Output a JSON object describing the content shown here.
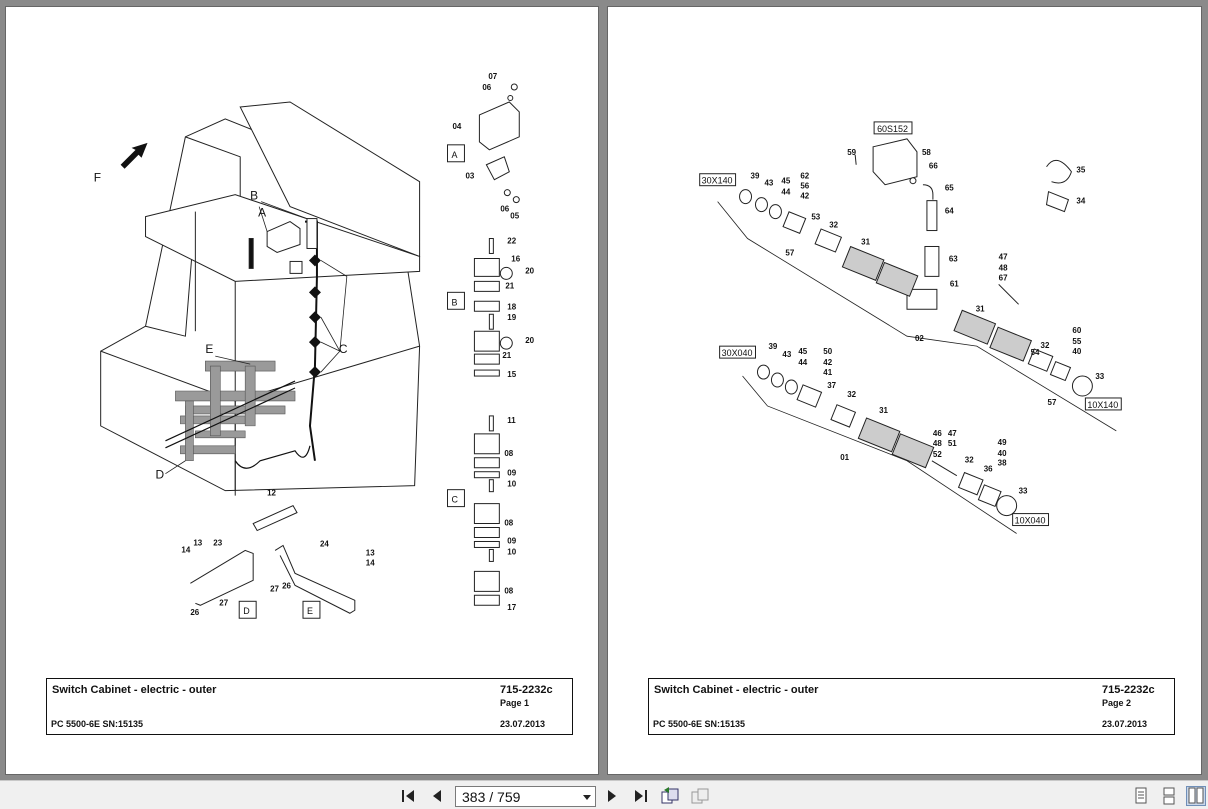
{
  "page1": {
    "labels": {
      "F": "F",
      "A_pointer": "A",
      "B_pointer": "B",
      "C_pointer": "C",
      "D_pointer": "D",
      "E_pointer": "E",
      "box_A": "A",
      "box_B": "B",
      "box_C": "C",
      "box_D": "D",
      "box_E": "E"
    },
    "callouts_A": [
      "07",
      "06",
      "04",
      "03",
      "06",
      "05"
    ],
    "callouts_B": [
      "22",
      "16",
      "20",
      "21",
      "18",
      "19",
      "20",
      "21",
      "15"
    ],
    "callouts_C": [
      "11",
      "08",
      "09",
      "10",
      "08",
      "09",
      "10",
      "08",
      "17"
    ],
    "callouts_DE": [
      "12",
      "13",
      "14",
      "23",
      "27",
      "26",
      "24",
      "13",
      "14",
      "27",
      "26"
    ],
    "title": "Switch Cabinet - electric - outer",
    "model": "PC 5500-6E SN:15135",
    "doc_number": "715-2232c",
    "page_label": "Page 1",
    "date": "23.07.2013"
  },
  "page2": {
    "boxes": [
      "30X140",
      "30X040",
      "60S152",
      "10X140",
      "10X040"
    ],
    "callouts_upper": [
      "59",
      "58",
      "66",
      "65",
      "64",
      "63",
      "61",
      "35",
      "34",
      "39",
      "43",
      "45",
      "44",
      "62",
      "56",
      "42",
      "53",
      "57",
      "32",
      "31",
      "47",
      "48",
      "67",
      "31",
      "02",
      "32",
      "54",
      "60",
      "55",
      "40",
      "33",
      "57"
    ],
    "callouts_lower": [
      "39",
      "43",
      "45",
      "44",
      "50",
      "42",
      "41",
      "37",
      "32",
      "31",
      "46",
      "47",
      "48",
      "51",
      "52",
      "49",
      "40",
      "38",
      "32",
      "36",
      "33",
      "01"
    ],
    "title": "Switch Cabinet - electric - outer",
    "model": "PC 5500-6E SN:15135",
    "doc_number": "715-2232c",
    "page_label": "Page 2",
    "date": "23.07.2013"
  },
  "toolbar": {
    "page_indicator": "383 / 759"
  },
  "icons": {
    "first": "first-page-icon",
    "prev": "previous-page-icon",
    "next": "next-page-icon",
    "last": "last-page-icon",
    "back_view": "previous-view-icon",
    "fwd_view": "next-view-icon",
    "single": "single-page-icon",
    "continuous": "continuous-page-icon",
    "facing": "facing-pages-icon"
  }
}
